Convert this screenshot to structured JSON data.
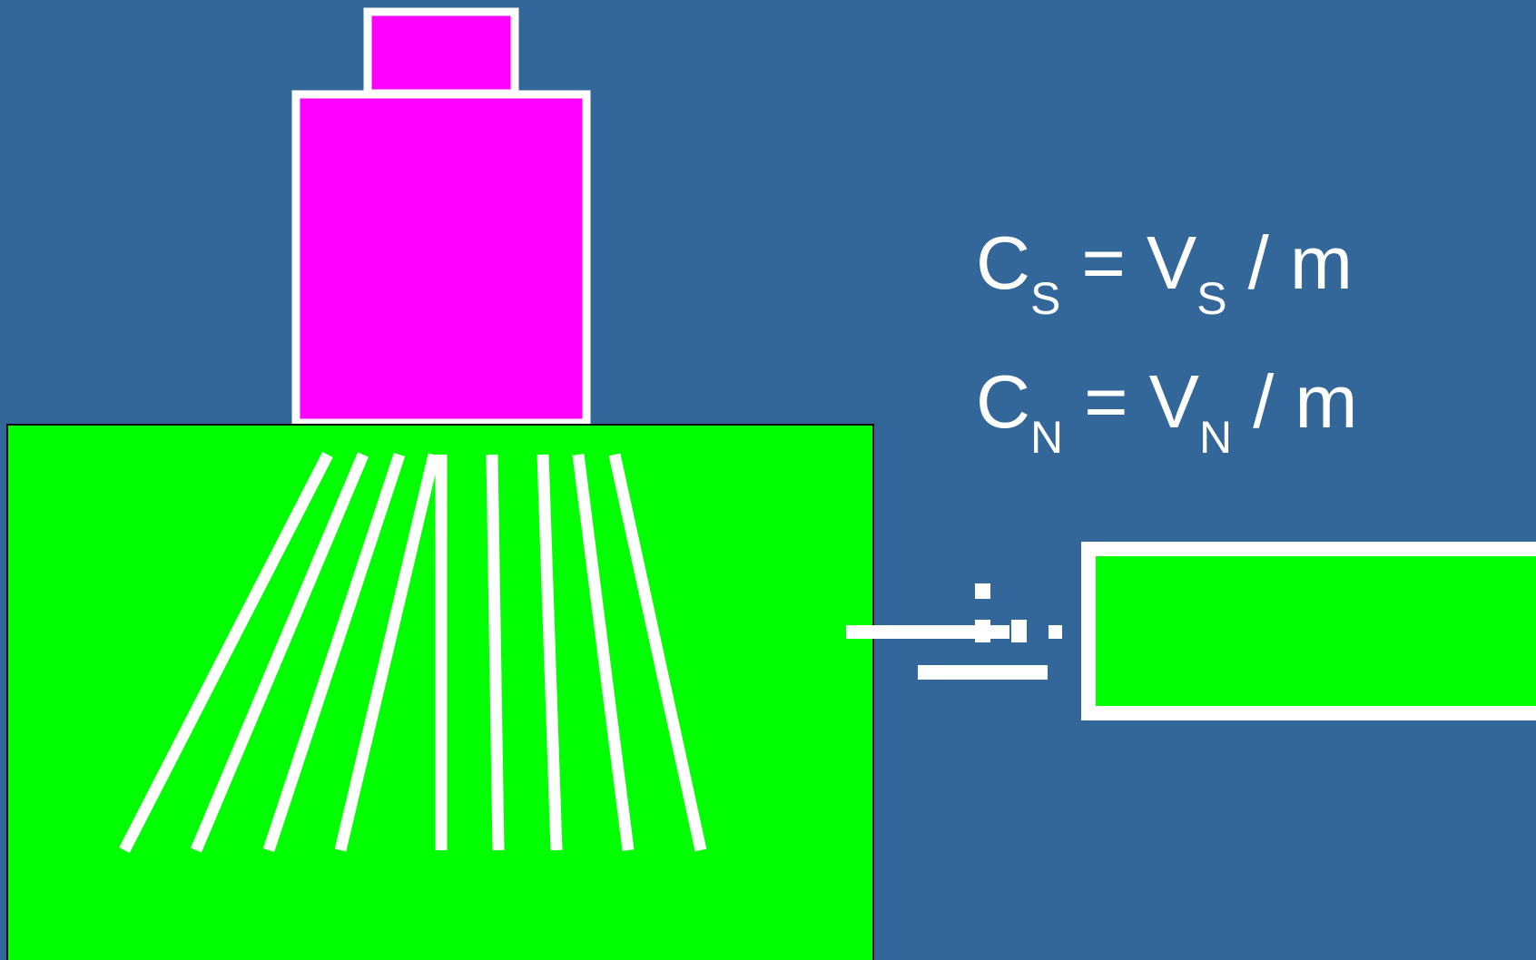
{
  "equations": [
    {
      "symbol": "C",
      "symbol_sub": "S",
      "equals": "=",
      "variable": "V",
      "variable_sub": "S",
      "divisor": "/ m"
    },
    {
      "symbol": "C",
      "symbol_sub": "N",
      "equals": "=",
      "variable": "V",
      "variable_sub": "N",
      "divisor": "/ m"
    }
  ],
  "colors": {
    "background": "#336699",
    "upper_block": "#ff00ff",
    "lower_block": "#00ff00",
    "lines": "#ffffff"
  }
}
